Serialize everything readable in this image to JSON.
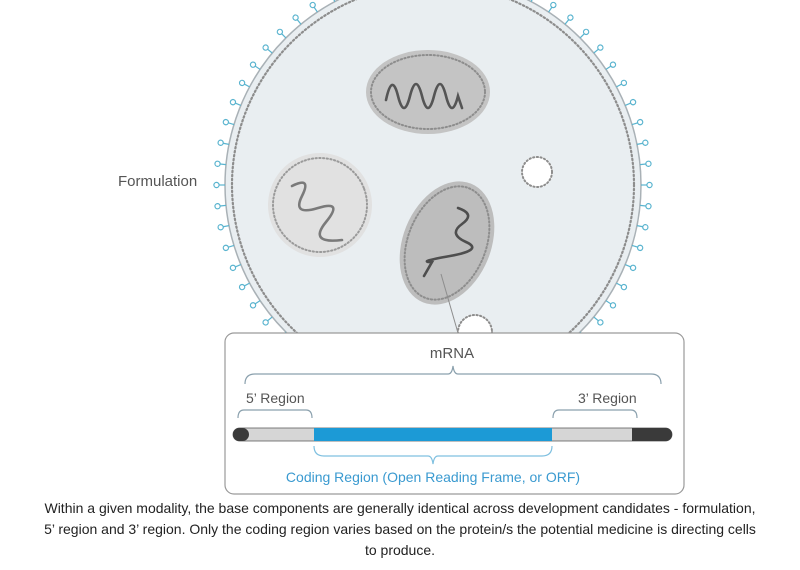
{
  "labels": {
    "formulation": "Formulation",
    "mrna": "mRNA",
    "five_prime": "5’ Region",
    "three_prime": "3’ Region",
    "coding_region": "Coding Region (Open Reading Frame, or ORF)"
  },
  "caption": {
    "line1": "Within a given modality, the base components are generally identical across development candidates - formulation,",
    "line2": "5’ region and 3’ region. Only the coding region varies based on the protein/s the potential medicine is directing cells",
    "line3": "to produce."
  },
  "colors": {
    "particle_fill": "#e9eef1",
    "particle_outline": "#9aa3a8",
    "vesicle_fill": "#bdbdbd",
    "lipid_dots": "#8d8d8d",
    "surface_spikes": "#5ab4cf",
    "coding_bar": "#1c9ad6",
    "utr_bar": "#d6d6d6",
    "cap_end": "#3a3a3a",
    "bracket": "#8aa0ad",
    "coding_text": "#3a9ad0",
    "label_text": "#555555"
  },
  "icons": {
    "mrna_strand": "wavy-strand-icon"
  }
}
